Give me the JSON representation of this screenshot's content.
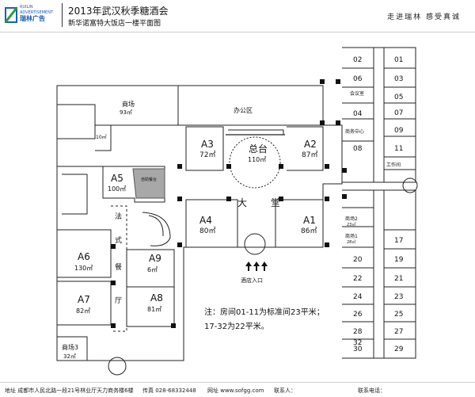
{
  "header": {
    "title": "2013年武汉秋季糖酒会",
    "subtitle": "新华诺富特大饭店一楼平面图",
    "slogan": "走进瑞林  感受真诚",
    "logo": {
      "line1": "RUILIN",
      "line2": "ADVERTISEMENT",
      "line3": "瑞林广告"
    }
  },
  "rooms": {
    "a1": {
      "name": "A1",
      "area": "86㎡"
    },
    "a2": {
      "name": "A2",
      "area": "87㎡"
    },
    "a3": {
      "name": "A3",
      "area": "72㎡"
    },
    "a4": {
      "name": "A4",
      "area": "80㎡"
    },
    "a5": {
      "name": "A5",
      "area": "100㎡"
    },
    "a6": {
      "name": "A6",
      "area": "130㎡"
    },
    "a7": {
      "name": "A7",
      "area": "82㎡"
    },
    "a8": {
      "name": "A8",
      "area": "81㎡"
    },
    "a9": {
      "name": "A9",
      "area": "6㎡"
    },
    "mall_top": {
      "name": "商场",
      "area": "93㎡"
    },
    "mall3": {
      "name": "商场3",
      "area": "32㎡"
    },
    "mall1": {
      "name": "商场1",
      "area": "28㎡"
    },
    "mall2": {
      "name": "商场2",
      "area": "23㎡"
    },
    "office": {
      "name": "办公区"
    },
    "front_desk": {
      "name": "总台",
      "area": "110㎡"
    },
    "lobby": {
      "name1": "大",
      "name2": "堂"
    },
    "restaurant": {
      "c1": "法",
      "c2": "式",
      "c3": "餐",
      "c4": "厅"
    },
    "meeting": {
      "name": "会议室"
    },
    "business": {
      "name": "商务中心"
    },
    "staff": {
      "name": "工作间"
    },
    "buffet": {
      "name": "自助餐台"
    },
    "small_room": {
      "area": "10㎡"
    }
  },
  "entrance": "酒店入口",
  "right_rooms": {
    "left_col": [
      "02",
      "06",
      "04",
      "08"
    ],
    "right_col": [
      "01",
      "03",
      "05",
      "07",
      "09",
      "11"
    ],
    "lower_left": [
      "20",
      "22",
      "24",
      "26",
      "28",
      "30",
      "32"
    ],
    "lower_right": [
      "17",
      "19",
      "21",
      "23",
      "25",
      "27",
      "29"
    ]
  },
  "note": {
    "line1": "注：房间01-11为标准间23平米；",
    "line2": "17-32为22平米。"
  },
  "footer": {
    "address": "地址 成都市人民北路一段21号林业厅天力商务楼6楼",
    "phone": "传真 028-68332448",
    "site": "网址 www.sofgg.com",
    "contact": "联系人：",
    "tel": "联系电话："
  }
}
